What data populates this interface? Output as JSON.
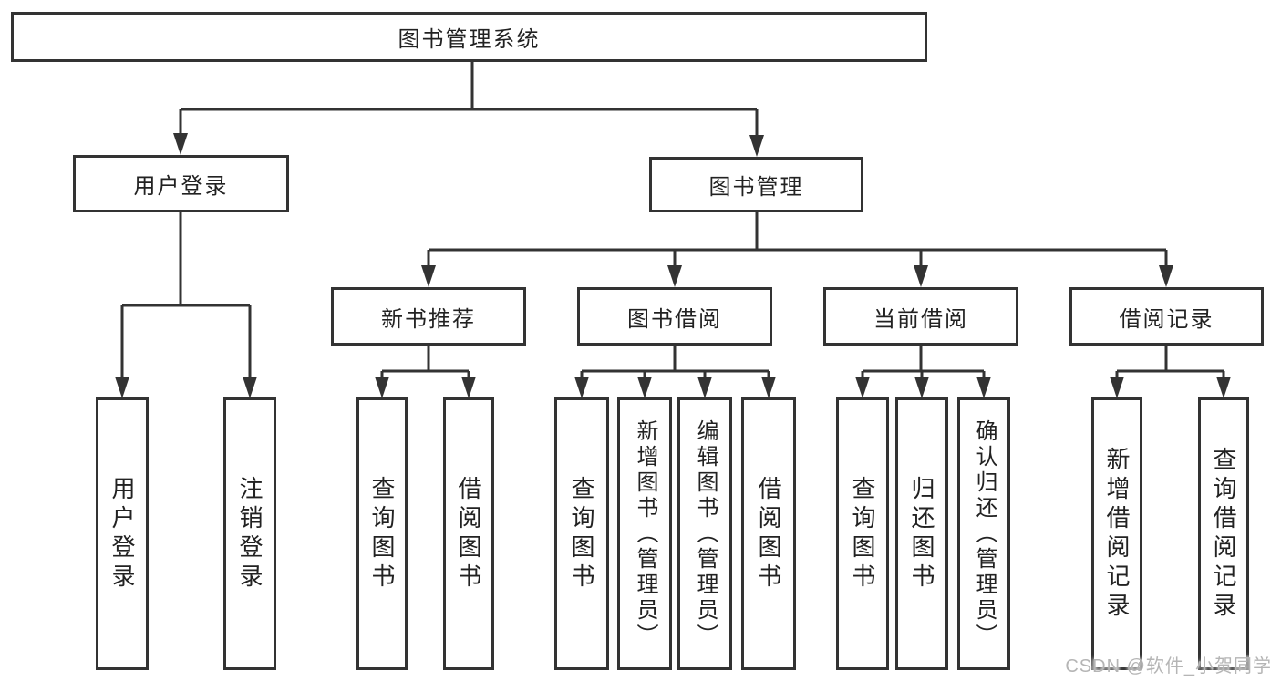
{
  "diagram": {
    "title": "图书管理系统",
    "level2": {
      "user_login": "用户登录",
      "book_mgmt": "图书管理"
    },
    "level3": {
      "new_books": "新书推荐",
      "book_borrow": "图书借阅",
      "current_borrow": "当前借阅",
      "borrow_records": "借阅记录"
    },
    "leaves": {
      "login": "用户登录",
      "logout": "注销登录",
      "nb_query": "查询图书",
      "nb_borrow": "借阅图书",
      "bb_query": "查询图书",
      "bb_add": "新增图书（管理员）",
      "bb_edit": "编辑图书（管理员）",
      "bb_borrow": "借阅图书",
      "cb_query": "查询图书",
      "cb_return": "归还图书",
      "cb_confirm": "确认归还（管理员）",
      "br_add": "新增借阅记录",
      "br_query": "查询借阅记录"
    },
    "watermark": "CSDN @软件_小贺同学",
    "colors": {
      "line": "#333333",
      "text": "#222222",
      "watermark": "#b5b5b5"
    }
  }
}
